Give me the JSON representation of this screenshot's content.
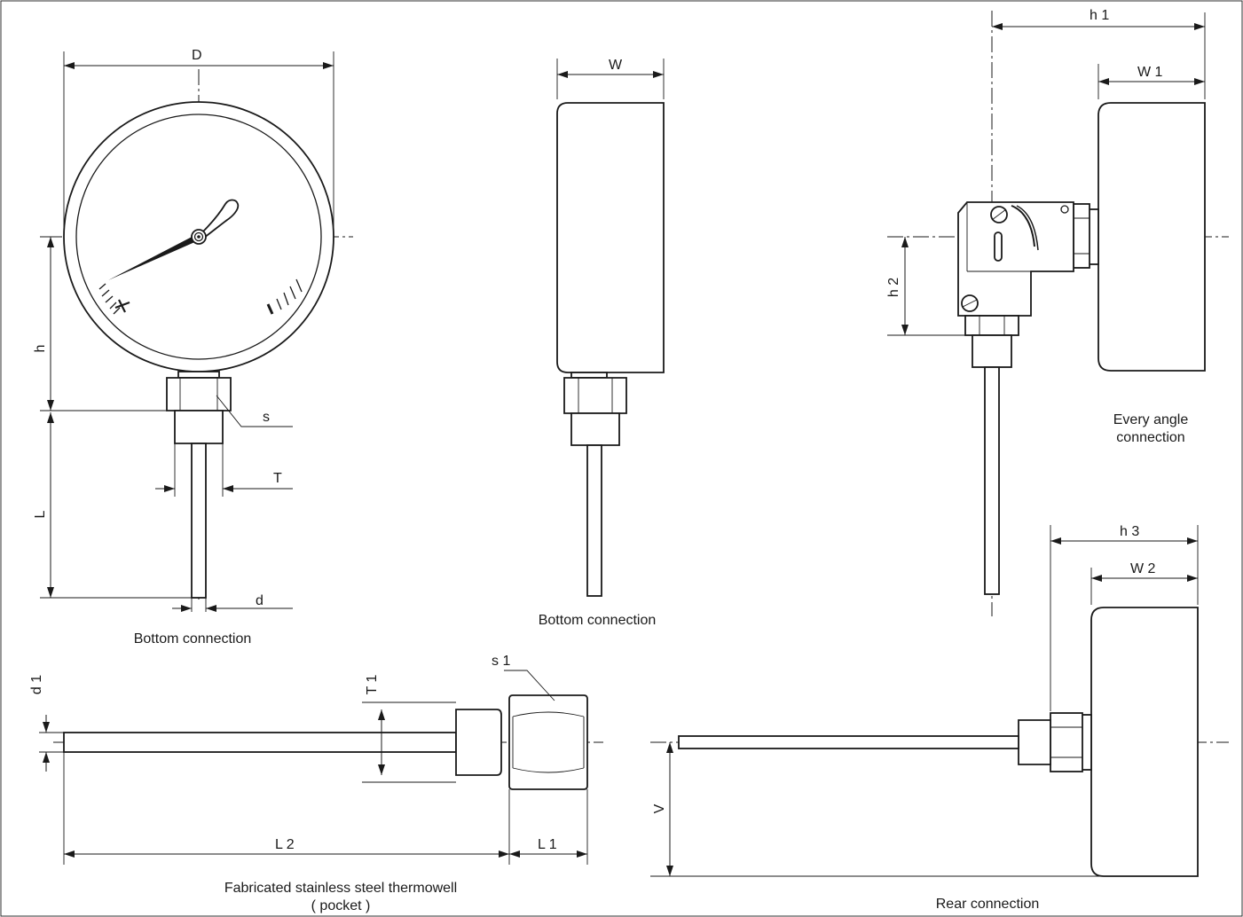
{
  "dimensions": {
    "D": "D",
    "W": "W",
    "h1": "h 1",
    "W1": "W 1",
    "h": "h",
    "s": "s",
    "T": "T",
    "L": "L",
    "d": "d",
    "h2": "h 2",
    "h3": "h 3",
    "W2": "W 2",
    "d1": "d 1",
    "T1": "T 1",
    "s1": "s 1",
    "L2": "L 2",
    "L1": "L 1",
    "V": "V"
  },
  "captions": {
    "front_bottom": "Bottom connection",
    "side_bottom": "Bottom connection",
    "angle_line1": "Every angle",
    "angle_line2": "connection",
    "thermowell_line1": "Fabricated stainless steel thermowell",
    "thermowell_line2": "( pocket )",
    "rear": "Rear connection"
  },
  "colors": {
    "line": "#1a1a1a",
    "background": "#ffffff"
  }
}
